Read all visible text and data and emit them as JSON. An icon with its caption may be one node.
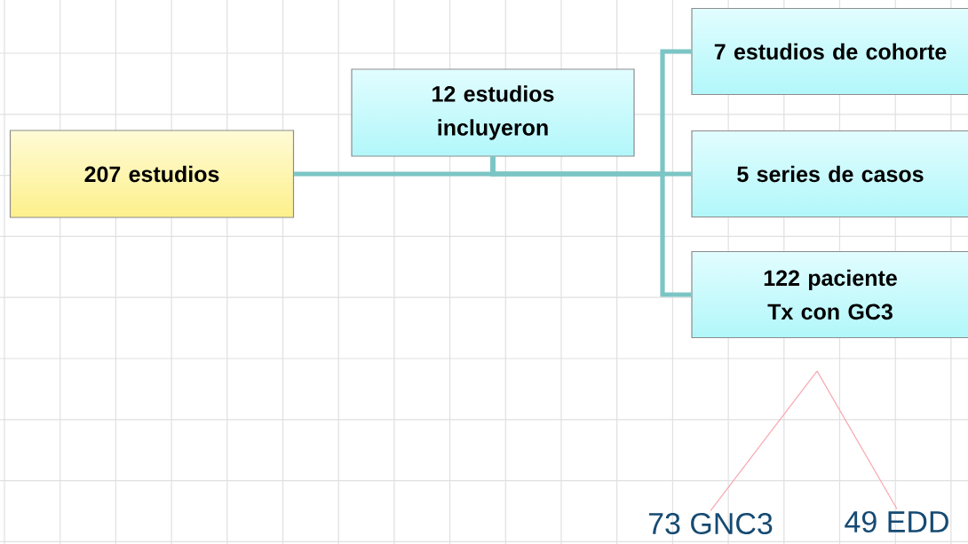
{
  "diagram": {
    "nodes": [
      {
        "text": [
          "207 estudios"
        ]
      },
      {
        "text": [
          "12 estudios incluyeron"
        ]
      },
      {
        "text": [
          "7 estudios de cohorte"
        ]
      },
      {
        "text": [
          "5 series de casos"
        ]
      },
      {
        "text": [
          "122 paciente Tx con GC3"
        ]
      },
      {
        "text": [
          "73 GNC3"
        ]
      },
      {
        "text": [
          "49 EDD"
        ]
      }
    ],
    "edges": [
      {
        "from": 0,
        "to": 1,
        "arrow": "none"
      },
      {
        "from": 1,
        "to": 2,
        "arrow": "none"
      },
      {
        "from": 1,
        "to": 3,
        "arrow": "none"
      },
      {
        "from": 1,
        "to": 4,
        "arrow": "none"
      },
      {
        "from": 4,
        "to": 5,
        "arrow": "none",
        "color": "#f7a8b0"
      },
      {
        "from": 4,
        "to": 6,
        "arrow": "none",
        "color": "#f7a8b0"
      }
    ]
  }
}
